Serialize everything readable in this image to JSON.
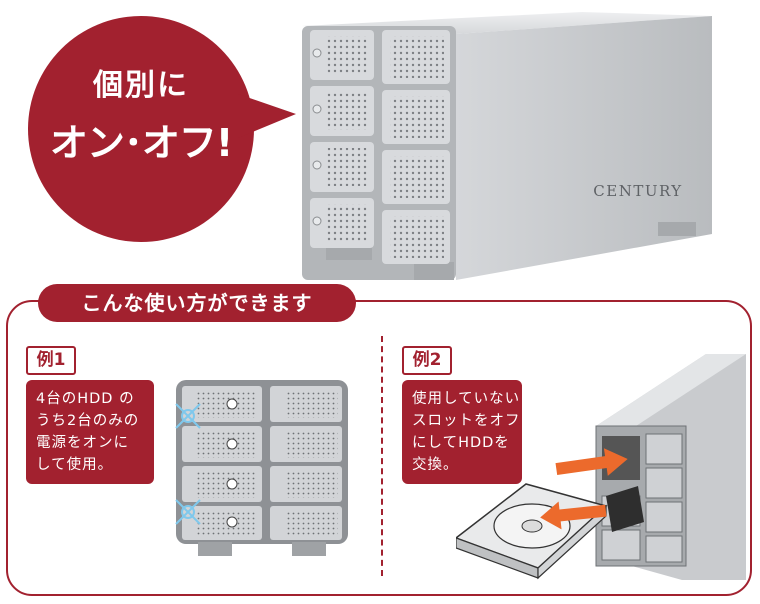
{
  "callout": {
    "line1": "個別に",
    "line2": "オン･オフ!"
  },
  "product": {
    "brand": "CENTURY"
  },
  "usage": {
    "title": "こんな使い方ができます",
    "example1": {
      "label": "例1",
      "lines": [
        "4台のHDD の",
        "うち2台のみの",
        "電源をオンに",
        "して使用。"
      ]
    },
    "example2": {
      "label": "例2",
      "lines": [
        "使用していない",
        "スロットをオフ",
        "にしてHDDを",
        "交換。"
      ]
    }
  },
  "colors": {
    "accent": "#a2212f",
    "metal": "#c9cbce",
    "arrow": "#ec6a2c",
    "led": "#7fc8ec"
  }
}
